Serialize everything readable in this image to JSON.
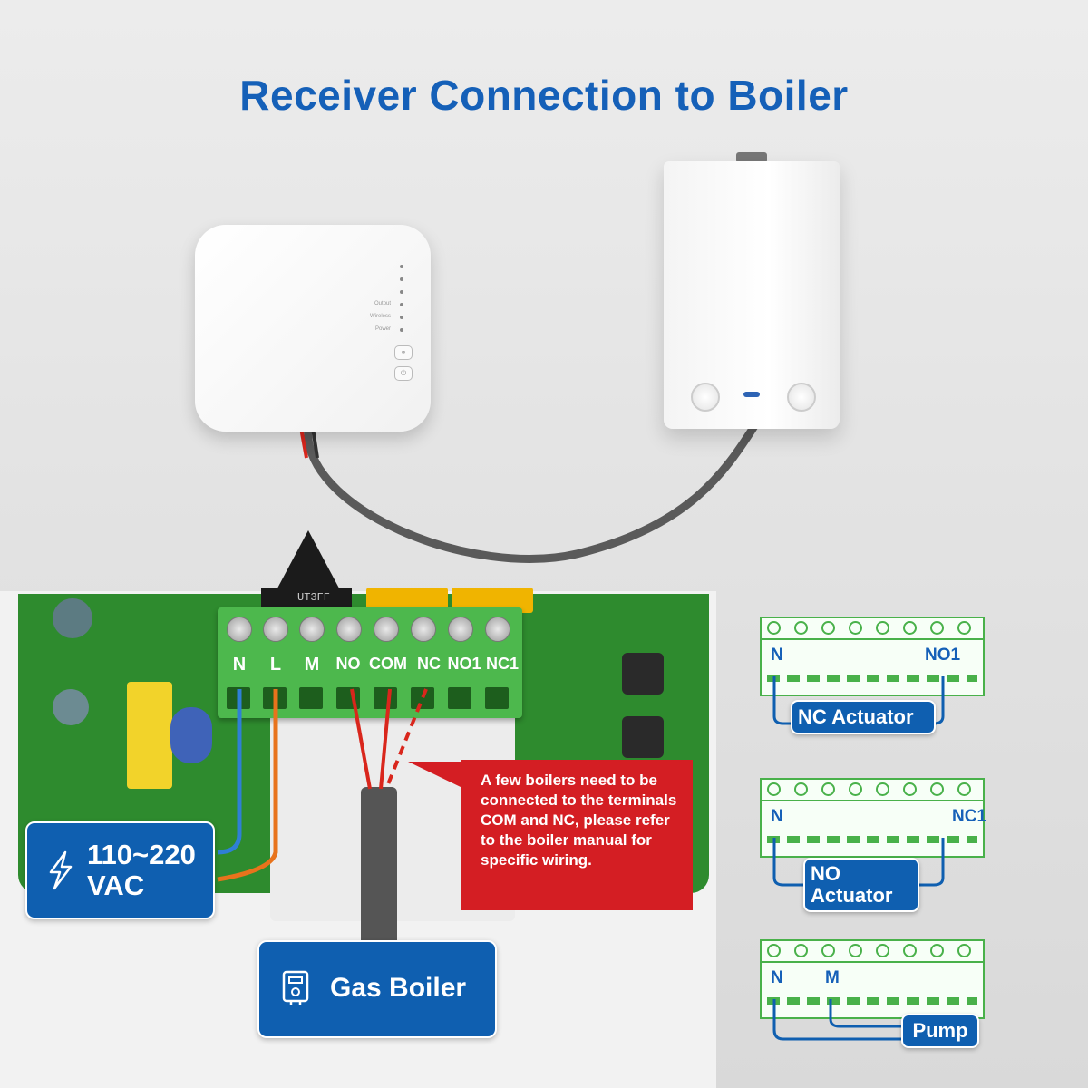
{
  "title": "Receiver Connection to Boiler",
  "receiver": {
    "leds": [
      "Output",
      "Wireless",
      "Power"
    ]
  },
  "terminal": {
    "labels": [
      "N",
      "L",
      "M",
      "NO",
      "COM",
      "NC",
      "NO1",
      "NC1"
    ]
  },
  "chip_label": "UT3FF",
  "power_box": {
    "line1": "110~220",
    "line2": "VAC"
  },
  "boiler_box": {
    "label": "Gas Boiler"
  },
  "note": "A few boilers need to be connected to the terminals COM and NC, please refer to the boiler manual for specific wiring.",
  "diagrams": [
    {
      "left": "N",
      "right": "NO1",
      "device": "NC Actuator"
    },
    {
      "left": "N",
      "right": "NC1",
      "device_line1": "NO",
      "device_line2": "Actuator"
    },
    {
      "left": "N",
      "right": "M",
      "device": "Pump"
    }
  ],
  "colors": {
    "title": "#1560b8",
    "accent_blue": "#0f5fb0",
    "warning_red": "#d41e23",
    "terminal_green": "#4db84d",
    "wire_red": "#d9261c",
    "wire_blue": "#2f7fd6",
    "wire_orange": "#e8731c"
  }
}
